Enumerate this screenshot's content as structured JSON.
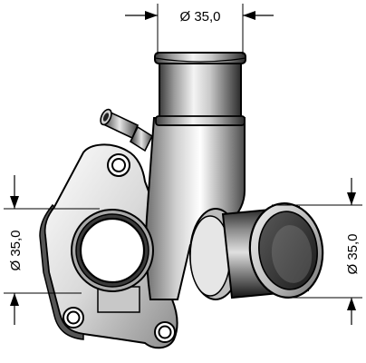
{
  "diagram": {
    "dimensions": {
      "top": "Ø 35,0",
      "left": "Ø 35,0",
      "right": "Ø 35,0"
    },
    "colors": {
      "outline": "#000000",
      "background": "#ffffff"
    }
  }
}
